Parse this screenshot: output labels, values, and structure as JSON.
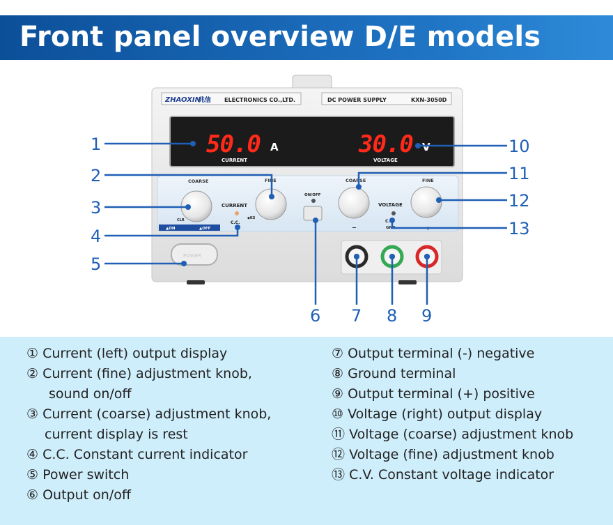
{
  "header": {
    "title": "Front panel overview D/E models"
  },
  "device": {
    "brand": "ZHAOXIN",
    "brand_cn": "兆信",
    "maker": "ELECTRONICS CO.,LTD.",
    "product": "DC POWER SUPPLY",
    "model": "KXN-3050D",
    "current_display": "50.0",
    "current_unit": "A",
    "current_label": "CURRENT",
    "voltage_display": "30.0",
    "voltage_unit": "V",
    "voltage_label": "VOLTAGE",
    "coarse_label": "COARSE",
    "fine_label": "FINE",
    "current_section": "CURRENT",
    "voltage_section": "VOLTAGE",
    "clr_label": "CLR",
    "cc_label": "C.C.",
    "cv_label": "C.V.",
    "onoff_label": "ON/OFF",
    "on_label": "▲ON",
    "off_label": "▲OFF",
    "ks_label": "◆KS",
    "minus_label": "−",
    "gnd_label": "GND",
    "plus_label": "+",
    "power_label": "POWER"
  },
  "callouts": [
    "1",
    "2",
    "3",
    "4",
    "5",
    "6",
    "7",
    "8",
    "9",
    "10",
    "11",
    "12",
    "13"
  ],
  "legend": {
    "left": [
      {
        "num": "①",
        "text": "Current (left) output display"
      },
      {
        "num": "②",
        "text": "Current (fine) adjustment knob,",
        "cont": "sound on/off"
      },
      {
        "num": "③",
        "text": "Current (coarse) adjustment knob,",
        "cont": "current display is rest"
      },
      {
        "num": "④",
        "text": "C.C. Constant current indicator"
      },
      {
        "num": "⑤",
        "text": "Power switch"
      },
      {
        "num": "⑥",
        "text": "Output on/off"
      }
    ],
    "right": [
      {
        "num": "⑦",
        "text": "Output terminal (-) negative"
      },
      {
        "num": "⑧",
        "text": "Ground terminal"
      },
      {
        "num": "⑨",
        "text": "Output terminal (+) positive"
      },
      {
        "num": "⑩",
        "text": "Voltage (right) output display"
      },
      {
        "num": "⑪",
        "text": "Voltage (coarse) adjustment knob"
      },
      {
        "num": "⑫",
        "text": " Voltage (fine) adjustment knob"
      },
      {
        "num": "⑬",
        "text": "C.V. Constant voltage indicator"
      }
    ]
  },
  "colors": {
    "banner": "#1565b8",
    "callout": "#1f5fb5",
    "led": "#ff2a1a",
    "legend_bg": "#cfeefb"
  }
}
